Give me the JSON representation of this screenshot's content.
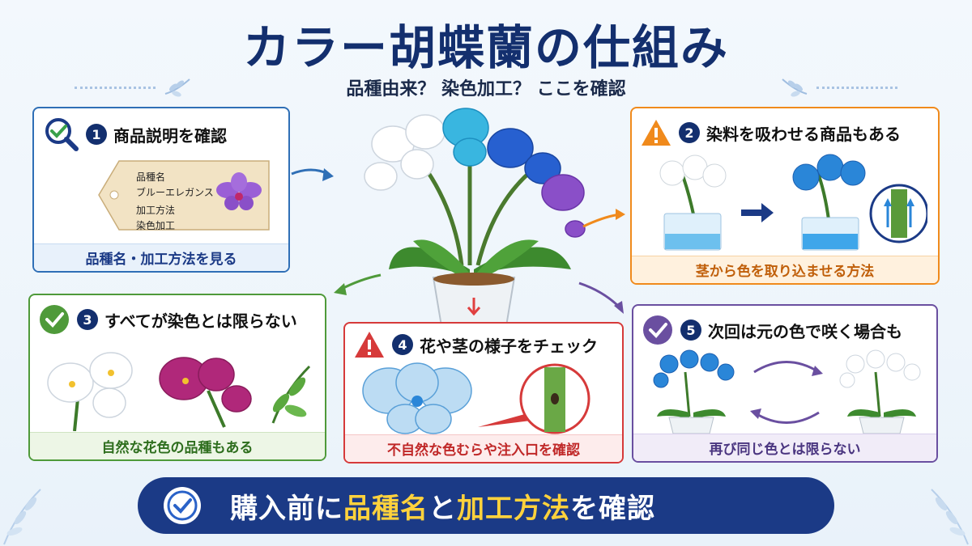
{
  "title": "カラー胡蝶蘭の仕組み",
  "subtitle": "品種由来？ 染色加工？ ここを確認",
  "cards": [
    {
      "num": "1",
      "title": "商品説明を確認",
      "footer": "品種名・加工方法を見る",
      "color": "#2f6fb6",
      "tag": {
        "line1": "品種名",
        "line2": "ブルーエレガンス",
        "line3": "加工方法",
        "line4": "染色加工"
      }
    },
    {
      "num": "2",
      "title": "染料を吸わせる商品もある",
      "footer": "茎から色を取り込ませる方法",
      "color": "#f08a1c"
    },
    {
      "num": "3",
      "title": "すべてが染色とは限らない",
      "footer": "自然な花色の品種もある",
      "color": "#4f9a3a"
    },
    {
      "num": "4",
      "title": "花や茎の様子をチェック",
      "footer": "不自然な色むらや注入口を確認",
      "color": "#d63a3a"
    },
    {
      "num": "5",
      "title": "次回は元の色で咲く場合も",
      "footer": "再び同じ色とは限らない",
      "color": "#6a4fa0"
    }
  ],
  "banner": {
    "prefix": "購入前に",
    "highlight1": "品種名",
    "middle": "と",
    "highlight2": "加工方法",
    "suffix": "を確認"
  },
  "colors": {
    "navy": "#132f6e",
    "blue_orchid": "#2a86d8",
    "purple_orchid": "#8a4fc8",
    "magenta_orchid": "#b0287a"
  }
}
